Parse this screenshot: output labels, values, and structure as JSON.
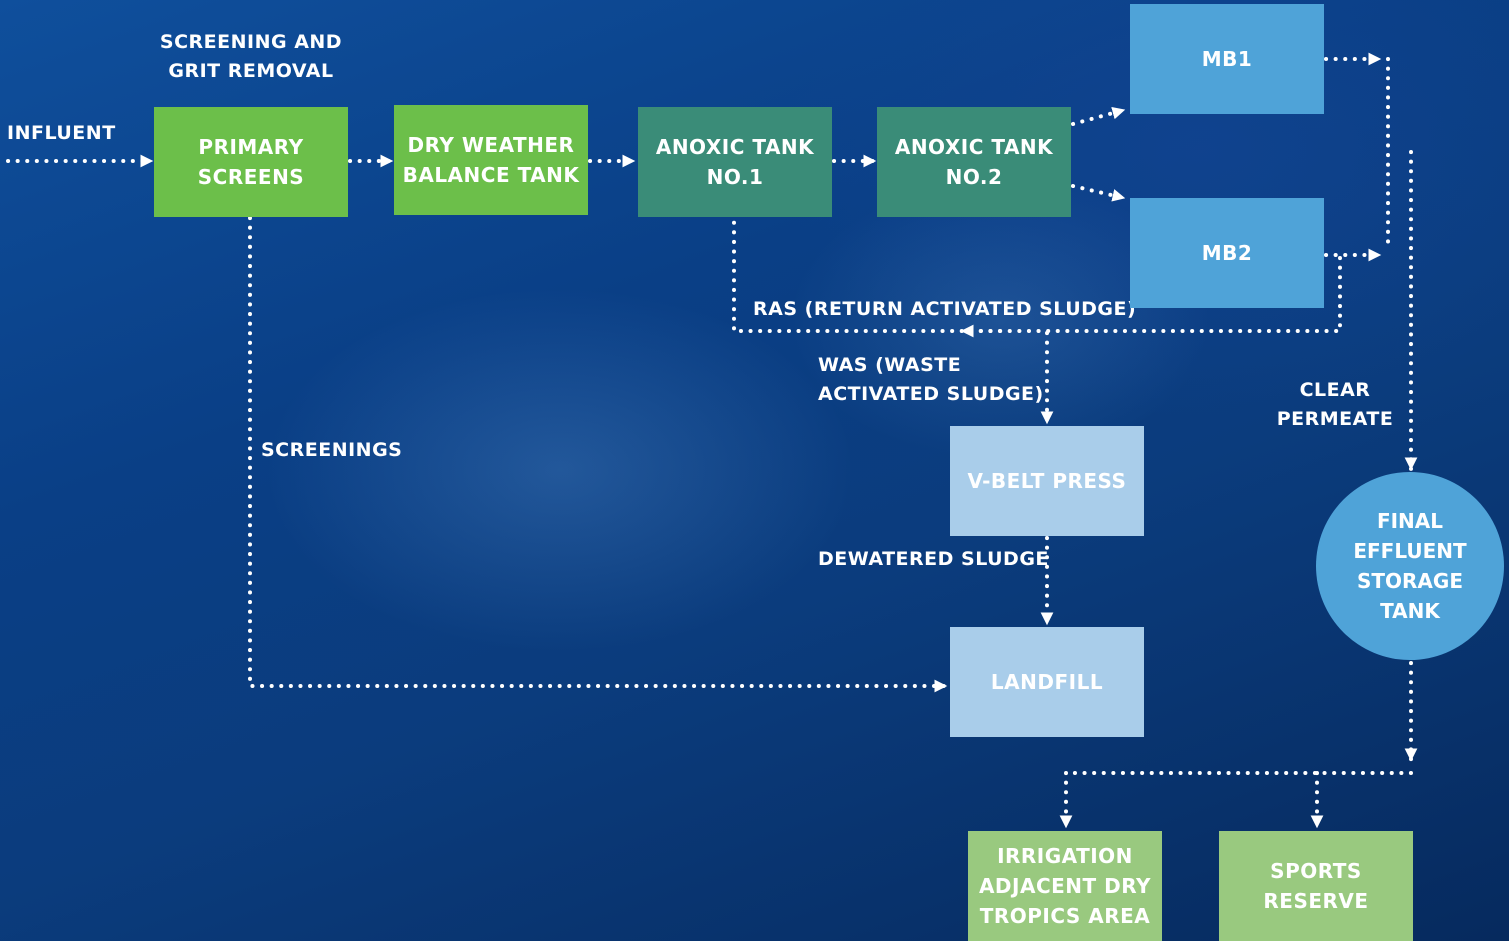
{
  "labels": {
    "screening": "SCREENING AND\nGRIT REMOVAL",
    "influent": "INFLUENT",
    "ras": "RAS (RETURN ACTIVATED SLUDGE)",
    "was": "WAS (WASTE\nACTIVATED SLUDGE)",
    "clear_permeate": "CLEAR\nPERMEATE",
    "screenings": "SCREENINGS",
    "dewatered_sludge": "DEWATERED SLUDGE"
  },
  "boxes": {
    "primary_screens": "PRIMARY\nSCREENS",
    "dry_weather_tank": "DRY WEATHER\nBALANCE TANK",
    "anoxic_tank_1": "ANOXIC TANK\nNO.1",
    "anoxic_tank_2": "ANOXIC TANK\nNO.2",
    "mb1": "MB1",
    "mb2": "MB2",
    "v_belt_press": "V-BELT PRESS",
    "landfill": "LANDFILL",
    "final_effluent": "FINAL\nEFFLUENT\nSTORAGE\nTANK",
    "irrigation": "IRRIGATION\nADJACENT DRY\nTROPICS AREA",
    "sports_reserve": "SPORTS\nRESERVE"
  },
  "colors": {
    "primary_green": "#6cbf4a",
    "teal": "#3a8c78",
    "membrane_blue": "#4fa3d8",
    "pale_blue": "#a9cdea",
    "light_green": "#99c97f",
    "background": "#0b3c7d"
  }
}
